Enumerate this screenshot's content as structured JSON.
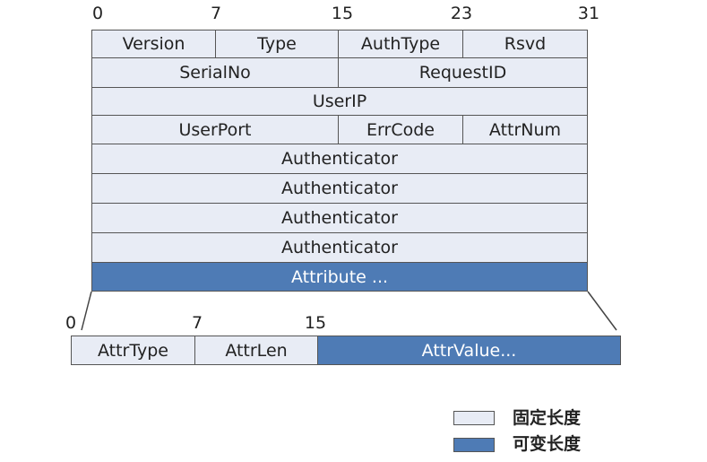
{
  "header_bits": [
    "0",
    "7",
    "15",
    "23",
    "31"
  ],
  "rows": [
    [
      {
        "label": "Version"
      },
      {
        "label": "Type"
      },
      {
        "label": "AuthType"
      },
      {
        "label": "Rsvd"
      }
    ],
    [
      {
        "label": "SerialNo"
      },
      {
        "label": "RequestID"
      }
    ],
    [
      {
        "label": "UserIP"
      }
    ],
    [
      {
        "label": "UserPort"
      },
      {
        "label": "ErrCode"
      },
      {
        "label": "AttrNum"
      }
    ],
    [
      {
        "label": "Authenticator"
      }
    ],
    [
      {
        "label": "Authenticator"
      }
    ],
    [
      {
        "label": "Authenticator"
      }
    ],
    [
      {
        "label": "Authenticator"
      }
    ],
    [
      {
        "label": "Attribute ...",
        "variable": true
      }
    ]
  ],
  "attr_bits": [
    "0",
    "7",
    "15"
  ],
  "attr_row": [
    {
      "label": "AttrType"
    },
    {
      "label": "AttrLen"
    },
    {
      "label": "AttrValue...",
      "variable": true
    }
  ],
  "legend": {
    "fixed_label": "固定长度",
    "variable_label": "可变长度",
    "fixed_color": "#e8ecf5",
    "variable_color": "#4e7bb5"
  }
}
